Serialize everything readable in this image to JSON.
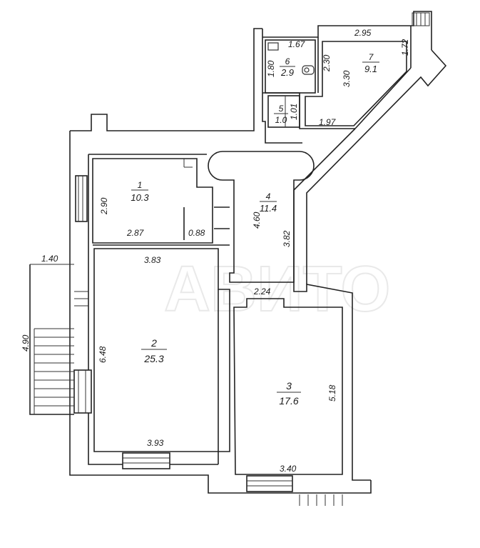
{
  "watermark": "АВИТО",
  "rooms": [
    {
      "number": "1",
      "area": "10.3"
    },
    {
      "number": "2",
      "area": "25.3"
    },
    {
      "number": "3",
      "area": "17.6"
    },
    {
      "number": "4",
      "area": "11.4"
    },
    {
      "number": "5",
      "area": "1.0"
    },
    {
      "number": "6",
      "area": "2.9"
    },
    {
      "number": "7",
      "area": "9.1"
    }
  ],
  "dimensions": {
    "d_2_95": "2.95",
    "d_1_72": "1.72",
    "d_1_67": "1.67",
    "d_1_80": "1.80",
    "d_2_30": "2.30",
    "d_3_30": "3.30",
    "d_1_01": "1.01",
    "d_1_97": "1.97",
    "d_2_90": "2.90",
    "d_2_87": "2.87",
    "d_0_88": "0.88",
    "d_4_60": "4.60",
    "d_3_82": "3.82",
    "d_1_40": "1.40",
    "d_3_83": "3.83",
    "d_2_24": "2.24",
    "d_4_90": "4.90",
    "d_6_48": "6.48",
    "d_5_18": "5.18",
    "d_3_93": "3.93",
    "d_3_40": "3.40"
  }
}
